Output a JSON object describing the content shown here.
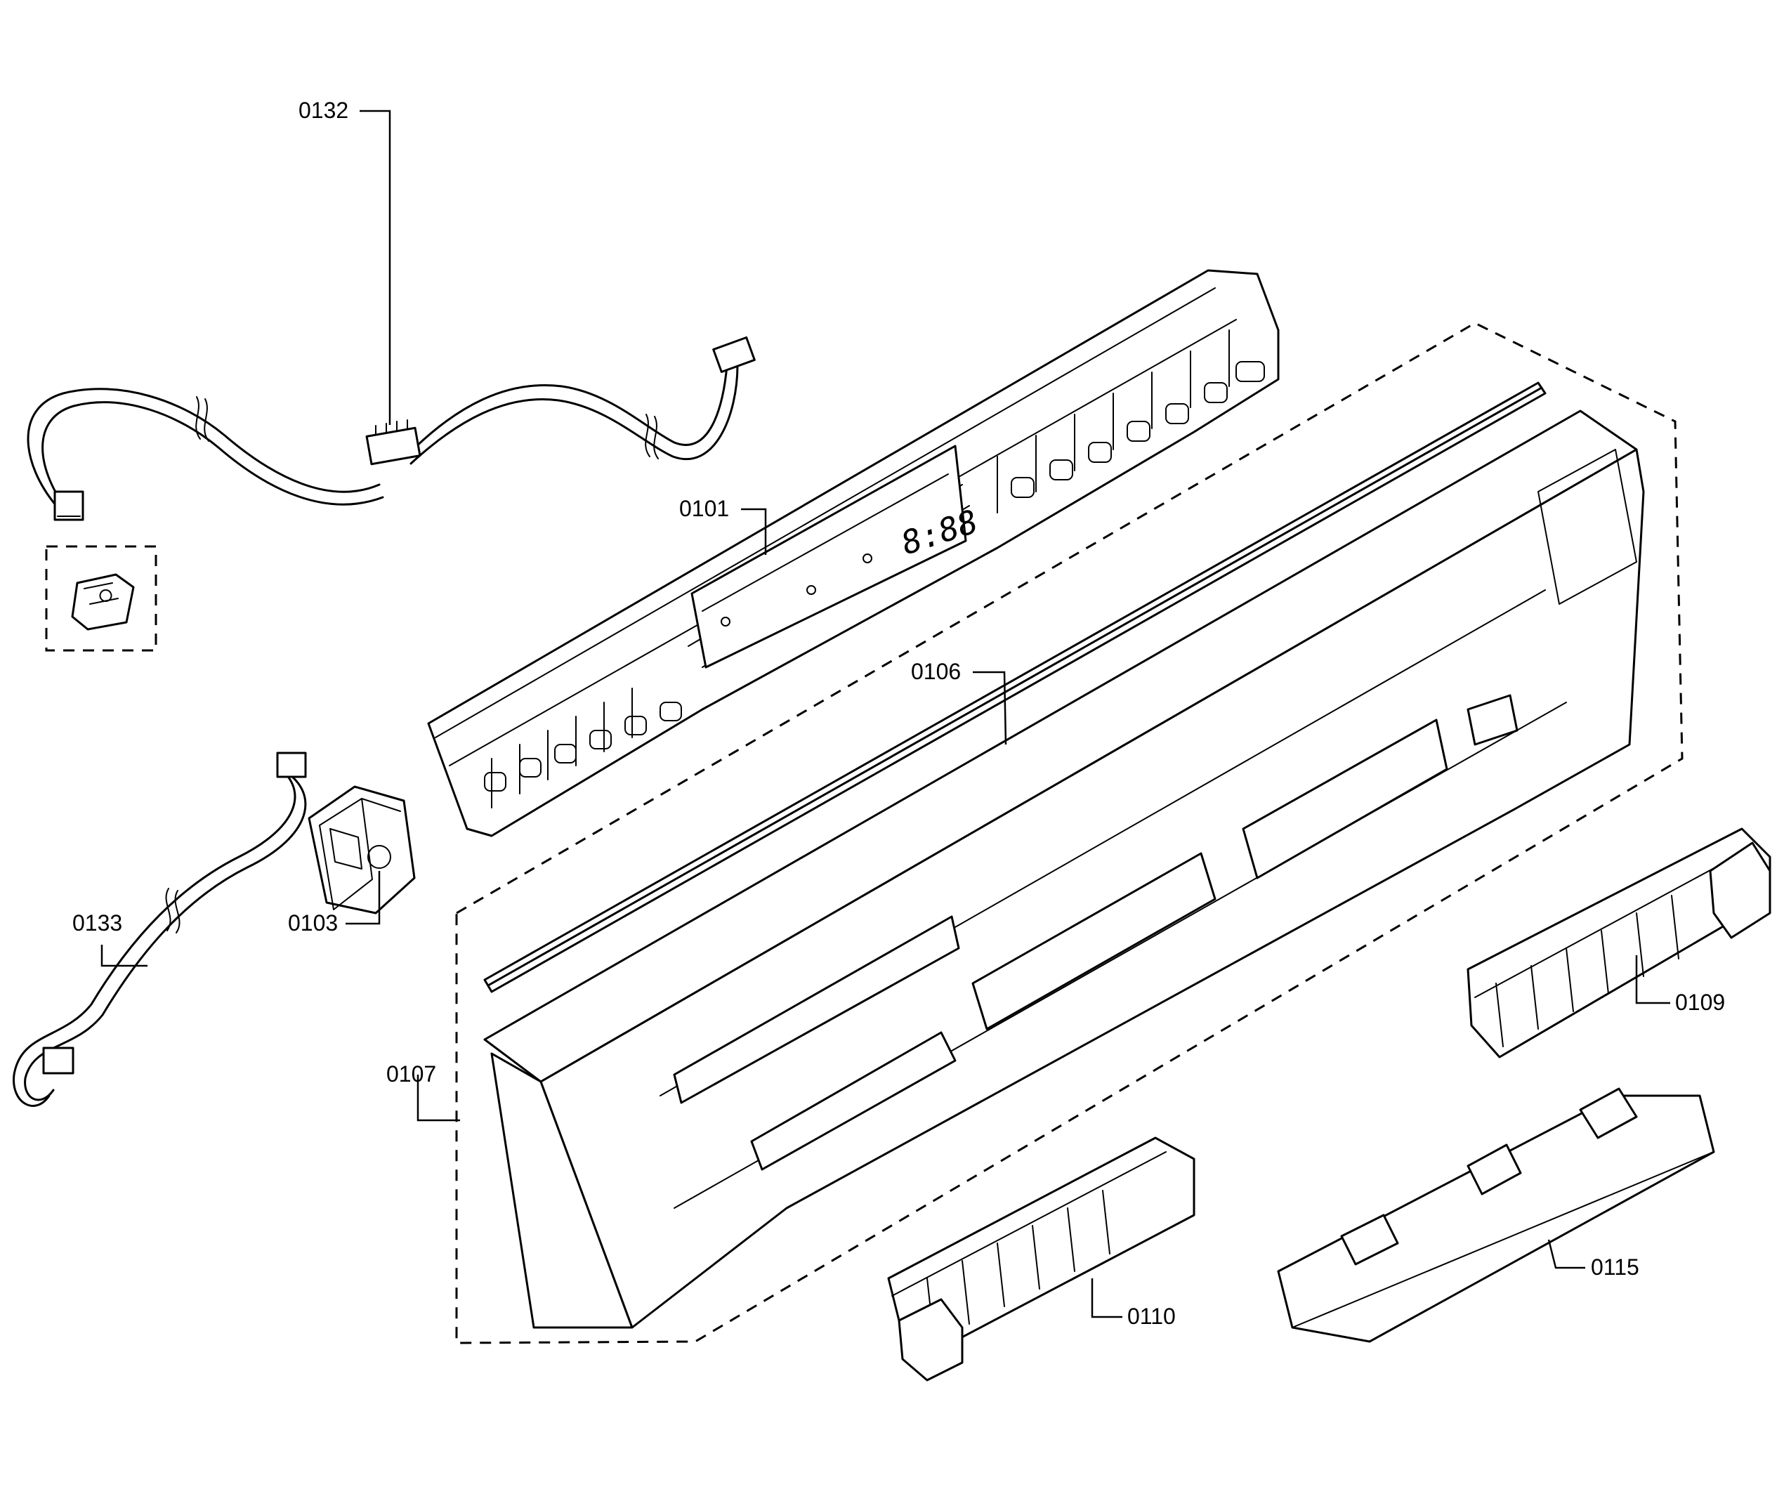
{
  "diagram": {
    "display_readout": "8:88",
    "callouts": {
      "p0101": "0101",
      "p0103": "0103",
      "p0106": "0106",
      "p0107": "0107",
      "p0109": "0109",
      "p0110": "0110",
      "p0115": "0115",
      "p0132": "0132",
      "p0133": "0133"
    }
  }
}
